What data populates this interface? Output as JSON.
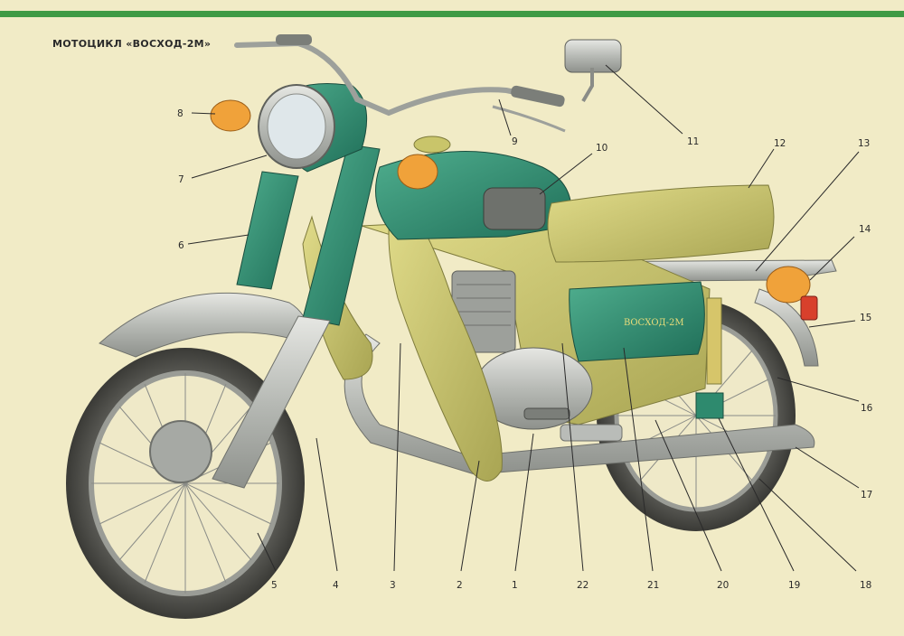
{
  "title": "МОТОЦИКЛ «ВОСХОД-2М»",
  "tank_badge": "ВОСХОД-2М",
  "colors": {
    "background": "#f1ebc6",
    "stripe": "#3f9a45",
    "frame_green": "#2e8a6e",
    "yellow_green": "#c9c56a",
    "chrome": "#b9bcb8",
    "tire": "#4a4a46",
    "amber": "#f0a23a"
  },
  "callouts": [
    {
      "id": "1",
      "label": "1"
    },
    {
      "id": "2",
      "label": "2"
    },
    {
      "id": "3",
      "label": "3"
    },
    {
      "id": "4",
      "label": "4"
    },
    {
      "id": "5",
      "label": "5"
    },
    {
      "id": "6",
      "label": "6"
    },
    {
      "id": "7",
      "label": "7"
    },
    {
      "id": "8",
      "label": "8"
    },
    {
      "id": "9",
      "label": "9"
    },
    {
      "id": "10",
      "label": "10"
    },
    {
      "id": "11",
      "label": "11"
    },
    {
      "id": "12",
      "label": "12"
    },
    {
      "id": "13",
      "label": "13"
    },
    {
      "id": "14",
      "label": "14"
    },
    {
      "id": "15",
      "label": "15"
    },
    {
      "id": "16",
      "label": "16"
    },
    {
      "id": "17",
      "label": "17"
    },
    {
      "id": "18",
      "label": "18"
    },
    {
      "id": "19",
      "label": "19"
    },
    {
      "id": "20",
      "label": "20"
    },
    {
      "id": "21",
      "label": "21"
    },
    {
      "id": "22",
      "label": "22"
    }
  ]
}
